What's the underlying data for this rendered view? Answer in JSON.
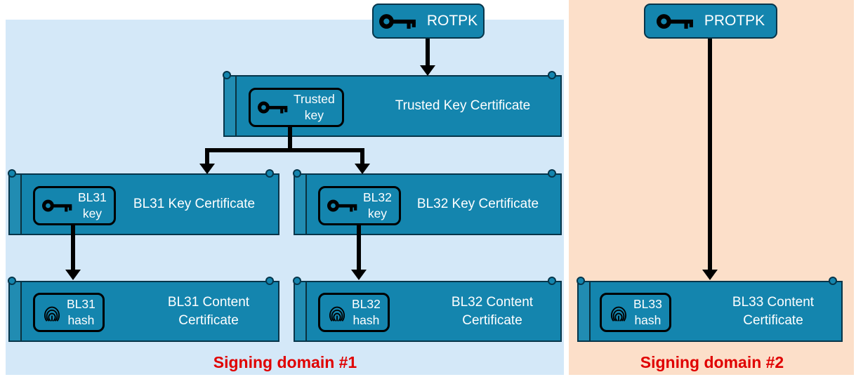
{
  "colors": {
    "certificate_fill": "#1485ae",
    "certificate_border": "#06354a",
    "badge_border": "#000000",
    "domain1_background": "#d4e8f8",
    "domain2_background": "#fcdfc9",
    "domain_label_color": "#e00000",
    "certificate_text_color": "#ffffff",
    "arrow_color": "#000000"
  },
  "nodes": {
    "rotpk": {
      "label": "ROTPK",
      "icon": "key-icon"
    },
    "protpk": {
      "label": "PROTPK",
      "icon": "key-icon"
    },
    "trusted_key_cert": {
      "title": "Trusted Key Certificate",
      "badge": {
        "icon": "key-icon",
        "line1": "Trusted",
        "line2": "key"
      }
    },
    "bl31_key_cert": {
      "title": "BL31 Key Certificate",
      "badge": {
        "icon": "key-icon",
        "line1": "BL31",
        "line2": "key"
      }
    },
    "bl32_key_cert": {
      "title": "BL32 Key Certificate",
      "badge": {
        "icon": "key-icon",
        "line1": "BL32",
        "line2": "key"
      }
    },
    "bl31_content_cert": {
      "title": "BL31 Content Certificate",
      "badge": {
        "icon": "fingerprint-icon",
        "line1": "BL31",
        "line2": "hash"
      }
    },
    "bl32_content_cert": {
      "title": "BL32 Content Certificate",
      "badge": {
        "icon": "fingerprint-icon",
        "line1": "BL32",
        "line2": "hash"
      }
    },
    "bl33_content_cert": {
      "title": "BL33 Content Certificate",
      "badge": {
        "icon": "fingerprint-icon",
        "line1": "BL33",
        "line2": "hash"
      }
    }
  },
  "domains": {
    "domain1": {
      "label": "Signing domain #1"
    },
    "domain2": {
      "label": "Signing domain #2"
    }
  }
}
